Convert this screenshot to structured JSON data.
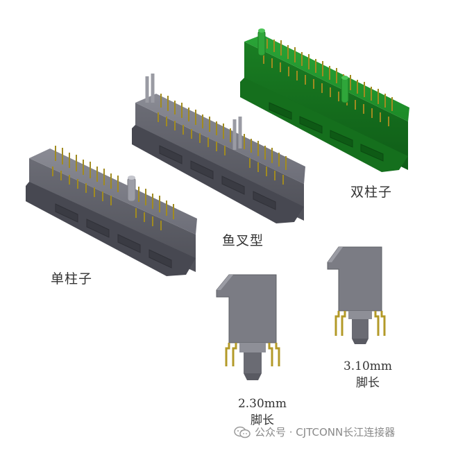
{
  "labels": {
    "single_post": "单柱子",
    "fishtail": "鱼叉型",
    "double_post": "双柱子"
  },
  "callouts": {
    "short_pin": {
      "value": "2.30mm",
      "text": "脚长"
    },
    "long_pin": {
      "value": "3.10mm",
      "text": "脚长"
    }
  },
  "watermark": {
    "icon": "wechat-icon",
    "text": "公众号 · CJTCONN长江连接器"
  },
  "colors": {
    "housing_gray": "#6f7079",
    "housing_green": "#1f8f2a",
    "pin_gold": "#b39a28"
  }
}
